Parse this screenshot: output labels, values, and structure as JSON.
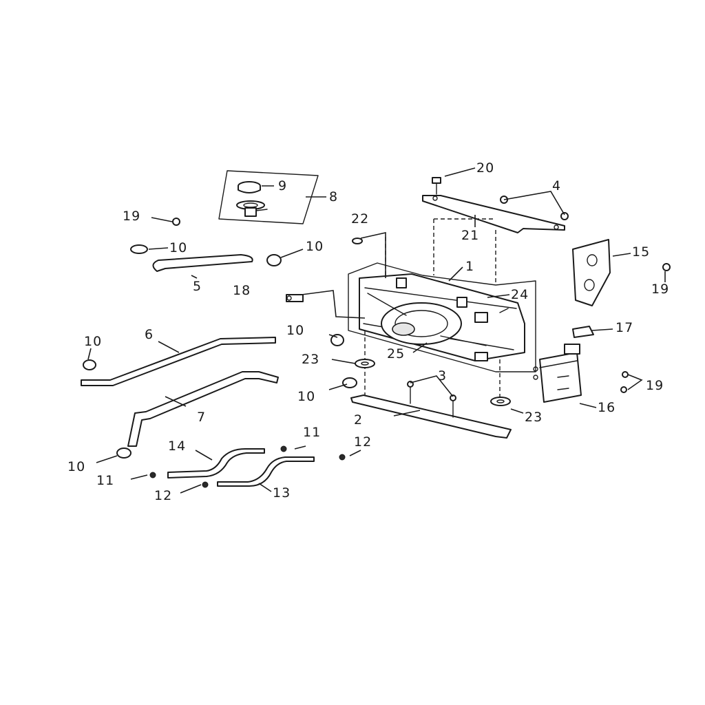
{
  "diagram": {
    "callouts": [
      {
        "id": "c1",
        "text": "1"
      },
      {
        "id": "c2",
        "text": "2"
      },
      {
        "id": "c3",
        "text": "3"
      },
      {
        "id": "c4",
        "text": "4"
      },
      {
        "id": "c5",
        "text": "5"
      },
      {
        "id": "c6",
        "text": "6"
      },
      {
        "id": "c7",
        "text": "7"
      },
      {
        "id": "c8",
        "text": "8"
      },
      {
        "id": "c9",
        "text": "9"
      },
      {
        "id": "c10a",
        "text": "10"
      },
      {
        "id": "c10b",
        "text": "10"
      },
      {
        "id": "c10c",
        "text": "10"
      },
      {
        "id": "c10d",
        "text": "10"
      },
      {
        "id": "c10e",
        "text": "10"
      },
      {
        "id": "c10f",
        "text": "10"
      },
      {
        "id": "c11a",
        "text": "11"
      },
      {
        "id": "c11b",
        "text": "11"
      },
      {
        "id": "c12a",
        "text": "12"
      },
      {
        "id": "c12b",
        "text": "12"
      },
      {
        "id": "c13",
        "text": "13"
      },
      {
        "id": "c14",
        "text": "14"
      },
      {
        "id": "c15",
        "text": "15"
      },
      {
        "id": "c16",
        "text": "16"
      },
      {
        "id": "c17",
        "text": "17"
      },
      {
        "id": "c18",
        "text": "18"
      },
      {
        "id": "c19a",
        "text": "19"
      },
      {
        "id": "c19b",
        "text": "19"
      },
      {
        "id": "c19c",
        "text": "19"
      },
      {
        "id": "c20",
        "text": "20"
      },
      {
        "id": "c21",
        "text": "21"
      },
      {
        "id": "c22",
        "text": "22"
      },
      {
        "id": "c23a",
        "text": "23"
      },
      {
        "id": "c23b",
        "text": "23"
      },
      {
        "id": "c24",
        "text": "24"
      },
      {
        "id": "c25",
        "text": "25"
      }
    ]
  }
}
